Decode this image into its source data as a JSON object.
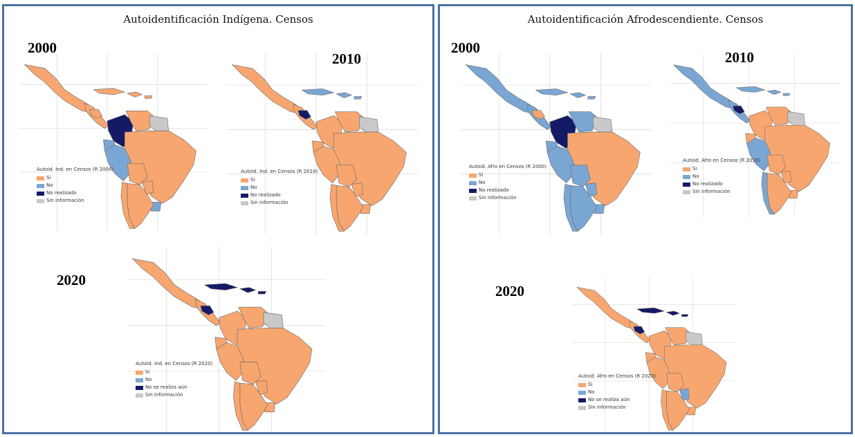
{
  "colors": {
    "si": "#f8a66f",
    "no": "#7aa6d4",
    "no_realizado": "#151a66",
    "sin_informacion": "#c9c9c9",
    "frame": "#4a6fa5"
  },
  "indigena": {
    "title": "Autoidentificación Indígena. Censos",
    "maps": [
      {
        "year": "2000",
        "legend_title": "Autoid. Ind. en Censos (R 2000)",
        "legend": [
          "Si",
          "No",
          "No realizado",
          "Sin información"
        ],
        "colors": {
          "mexico": "si",
          "central": "si",
          "centralDark": "si",
          "caribbean": "si",
          "cuba": "si",
          "colombia": "no_realizado",
          "venezuela": "si",
          "guianas": "sin_informacion",
          "ecuador": "no",
          "peru": "no",
          "brazil": "si",
          "bolivia": "si",
          "paraguay": "si",
          "uruguay": "no",
          "argentina": "si",
          "chile": "si"
        }
      },
      {
        "year": "2010",
        "legend_title": "Autoid. Ind. en Censos (R 2010)",
        "legend": [
          "Si",
          "No",
          "No realizado",
          "Sin información"
        ],
        "colors": {
          "mexico": "si",
          "central": "si",
          "centralDark": "no_realizado",
          "caribbean": "no",
          "cuba": "no",
          "colombia": "si",
          "venezuela": "si",
          "guianas": "sin_informacion",
          "ecuador": "si",
          "peru": "si",
          "brazil": "si",
          "bolivia": "si",
          "paraguay": "si",
          "uruguay": "si",
          "argentina": "si",
          "chile": "si"
        }
      },
      {
        "year": "2020",
        "legend_title": "Autoid. Ind. en Censos (R 2020)",
        "legend": [
          "Si",
          "No",
          "No se realiza aún",
          "Sin información"
        ],
        "colors": {
          "mexico": "si",
          "central": "si",
          "centralDark": "no_realizado",
          "caribbean": "no_realizado",
          "cuba": "no_realizado",
          "colombia": "si",
          "venezuela": "si",
          "guianas": "sin_informacion",
          "ecuador": "si",
          "peru": "si",
          "brazil": "si",
          "bolivia": "si",
          "paraguay": "si",
          "uruguay": "si",
          "argentina": "si",
          "chile": "si"
        }
      }
    ]
  },
  "afro": {
    "title": "Autoidentificación Afrodescendiente. Censos",
    "maps": [
      {
        "year": "2000",
        "legend_title": "Autoid. Afro en Censos (R 2000)",
        "legend": [
          "Si",
          "No",
          "No realizado",
          "Sin información"
        ],
        "colors": {
          "mexico": "no",
          "central": "no",
          "centralDark": "si",
          "caribbean": "no",
          "cuba": "no",
          "colombia": "no_realizado",
          "venezuela": "no",
          "guianas": "sin_informacion",
          "ecuador": "no",
          "peru": "no",
          "brazil": "si",
          "bolivia": "no",
          "paraguay": "no",
          "uruguay": "no",
          "argentina": "no",
          "chile": "no"
        }
      },
      {
        "year": "2010",
        "legend_title": "Autoid. Afro en Censos (R 2010)",
        "legend": [
          "Si",
          "No",
          "No realizado",
          "Sin información"
        ],
        "colors": {
          "mexico": "no",
          "central": "no",
          "centralDark": "no_realizado",
          "caribbean": "no",
          "cuba": "no",
          "colombia": "si",
          "venezuela": "si",
          "guianas": "sin_informacion",
          "ecuador": "si",
          "peru": "no",
          "brazil": "si",
          "bolivia": "si",
          "paraguay": "si",
          "uruguay": "si",
          "argentina": "si",
          "chile": "no"
        }
      },
      {
        "year": "2020",
        "legend_title": "Autoid. Afro en Censos (R 2020)",
        "legend": [
          "Si",
          "No",
          "No se realiza aún",
          "Sin información"
        ],
        "colors": {
          "mexico": "si",
          "central": "si",
          "centralDark": "no_realizado",
          "caribbean": "no_realizado",
          "cuba": "no_realizado",
          "colombia": "si",
          "venezuela": "si",
          "guianas": "sin_informacion",
          "ecuador": "si",
          "peru": "si",
          "brazil": "si",
          "bolivia": "si",
          "paraguay": "no",
          "uruguay": "si",
          "argentina": "si",
          "chile": "si"
        }
      }
    ]
  }
}
